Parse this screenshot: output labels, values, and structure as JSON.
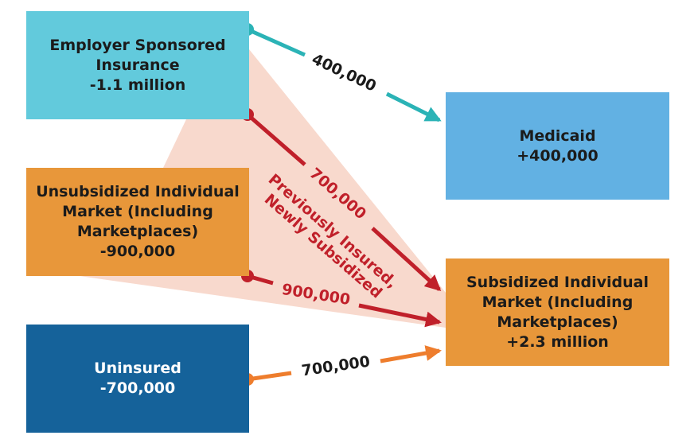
{
  "boxes": {
    "employer": {
      "line1": "Employer Sponsored",
      "line2": "Insurance",
      "line3": "-1.1 million",
      "color": "#62cadc"
    },
    "unsubsidized": {
      "line1": "Unsubsidized Individual",
      "line2": "Market (Including",
      "line3": "Marketplaces)",
      "line4": "-900,000",
      "color": "#e8973a"
    },
    "uninsured": {
      "line1": "Uninsured",
      "line2": "-700,000",
      "color": "#15629a"
    },
    "medicaid": {
      "line1": "Medicaid",
      "line2": "+400,000",
      "color": "#62b1e3"
    },
    "subsidized": {
      "line1": "Subsidized Individual",
      "line2": "Market (Including",
      "line3": "Marketplaces)",
      "line4": "+2.3 million",
      "color": "#e8973a"
    }
  },
  "flows": {
    "employer_to_medicaid": {
      "label": "400,000",
      "color": "#2bb3b6"
    },
    "employer_to_subsidized": {
      "label": "700,000",
      "color": "#c0202a"
    },
    "unsubsidized_to_subsidized": {
      "label": "900,000",
      "color": "#c0202a"
    },
    "uninsured_to_subsidized": {
      "label": "700,000",
      "color": "#ee7d2d"
    }
  },
  "annotation": {
    "line1": "Previously Insured,",
    "line2": "Newly Subsidized",
    "color": "#c0202a"
  },
  "shading_color": "#f8d9cd"
}
